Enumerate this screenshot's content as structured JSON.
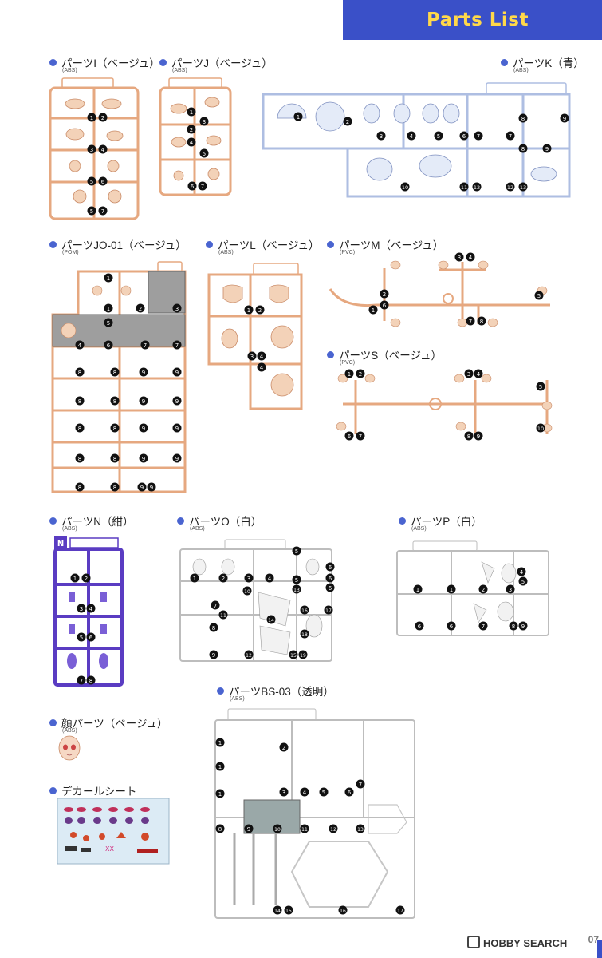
{
  "header": {
    "title": "Parts List",
    "accent": "#3a50c8",
    "title_color": "#ffd84a"
  },
  "colors": {
    "beige": "#e6a880",
    "blue": "#aebee2",
    "purple": "#5a3cc2",
    "white": "#bdbdbd",
    "dot": "#4a64d0"
  },
  "sections": {
    "I": {
      "title": "パーツI（ベージュ）",
      "sub": "(ABS)",
      "nums": [
        "1",
        "2",
        "3",
        "4",
        "5",
        "6",
        "5",
        "7"
      ]
    },
    "J": {
      "title": "パーツJ（ベージュ）",
      "sub": "(ABS)",
      "nums": [
        "1",
        "2",
        "3",
        "4",
        "5",
        "6",
        "7"
      ]
    },
    "K": {
      "title": "パーツK（青）",
      "sub": "(ABS)",
      "nums": [
        "1",
        "2",
        "3",
        "4",
        "5",
        "6",
        "7",
        "7",
        "8",
        "9",
        "8",
        "9",
        "10",
        "11",
        "12",
        "12",
        "13"
      ]
    },
    "JO": {
      "title": "パーツJO-01（ベージュ）",
      "sub": "(POM)",
      "nums": [
        "1",
        "1",
        "2",
        "3",
        "5",
        "4",
        "6",
        "7",
        "7",
        "8",
        "8",
        "9",
        "9",
        "8",
        "8",
        "9",
        "9",
        "8",
        "8",
        "9",
        "9",
        "8",
        "8",
        "9",
        "9",
        "8",
        "8",
        "9",
        "9"
      ]
    },
    "L": {
      "title": "パーツL（ベージュ）",
      "sub": "(ABS)",
      "nums": [
        "1",
        "2",
        "3",
        "4",
        "4"
      ]
    },
    "M": {
      "title": "パーツM（ベージュ）",
      "sub": "(PVC)",
      "nums": [
        "3",
        "4",
        "2",
        "6",
        "1",
        "5",
        "7",
        "8"
      ]
    },
    "S": {
      "title": "パーツS（ベージュ）",
      "sub": "(PVC)",
      "nums": [
        "1",
        "2",
        "3",
        "4",
        "5",
        "6",
        "7",
        "8",
        "9",
        "10"
      ]
    },
    "N": {
      "title": "パーツN（紺）",
      "sub": "(ABS)",
      "nums": [
        "1",
        "2",
        "3",
        "4",
        "5",
        "6",
        "7",
        "8"
      ]
    },
    "O": {
      "title": "パーツO（白）",
      "sub": "(ABS)",
      "nums": [
        "1",
        "2",
        "3",
        "4",
        "5",
        "5",
        "6",
        "6",
        "6",
        "7",
        "8",
        "9",
        "10",
        "11",
        "12",
        "13",
        "14",
        "15",
        "16",
        "17",
        "18",
        "19"
      ]
    },
    "P": {
      "title": "パーツP（白）",
      "sub": "(ABS)",
      "nums": [
        "1",
        "1",
        "2",
        "3",
        "4",
        "5",
        "6",
        "6",
        "7",
        "8",
        "9"
      ]
    },
    "BS": {
      "title": "パーツBS-03（透明）",
      "sub": "(ABS)",
      "nums": [
        "1",
        "1",
        "1",
        "2",
        "3",
        "4",
        "5",
        "6",
        "7",
        "8",
        "9",
        "10",
        "11",
        "12",
        "13",
        "14",
        "15",
        "16",
        "17"
      ]
    },
    "face": {
      "title": "顔パーツ（ベージュ）",
      "sub": "(ABS)"
    },
    "decal": {
      "title": "デカールシート"
    }
  },
  "footer": {
    "watermark": "HOBBY SEARCH",
    "page_number": "07"
  }
}
